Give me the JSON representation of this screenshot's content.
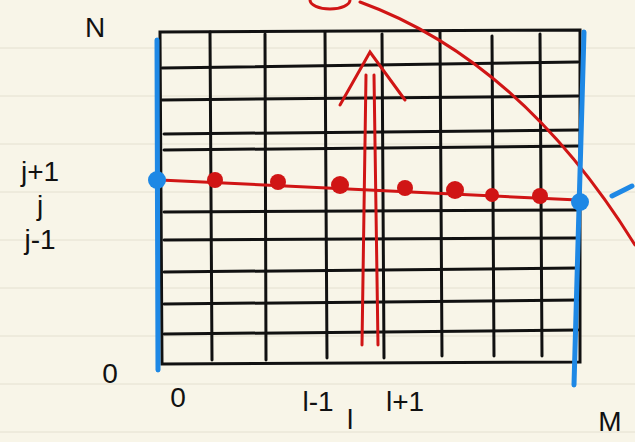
{
  "diagram": {
    "labels": [
      "N",
      "j+1",
      "j",
      "j-1",
      "0",
      "0",
      "l-1",
      "l",
      "l+1",
      "M"
    ]
  }
}
